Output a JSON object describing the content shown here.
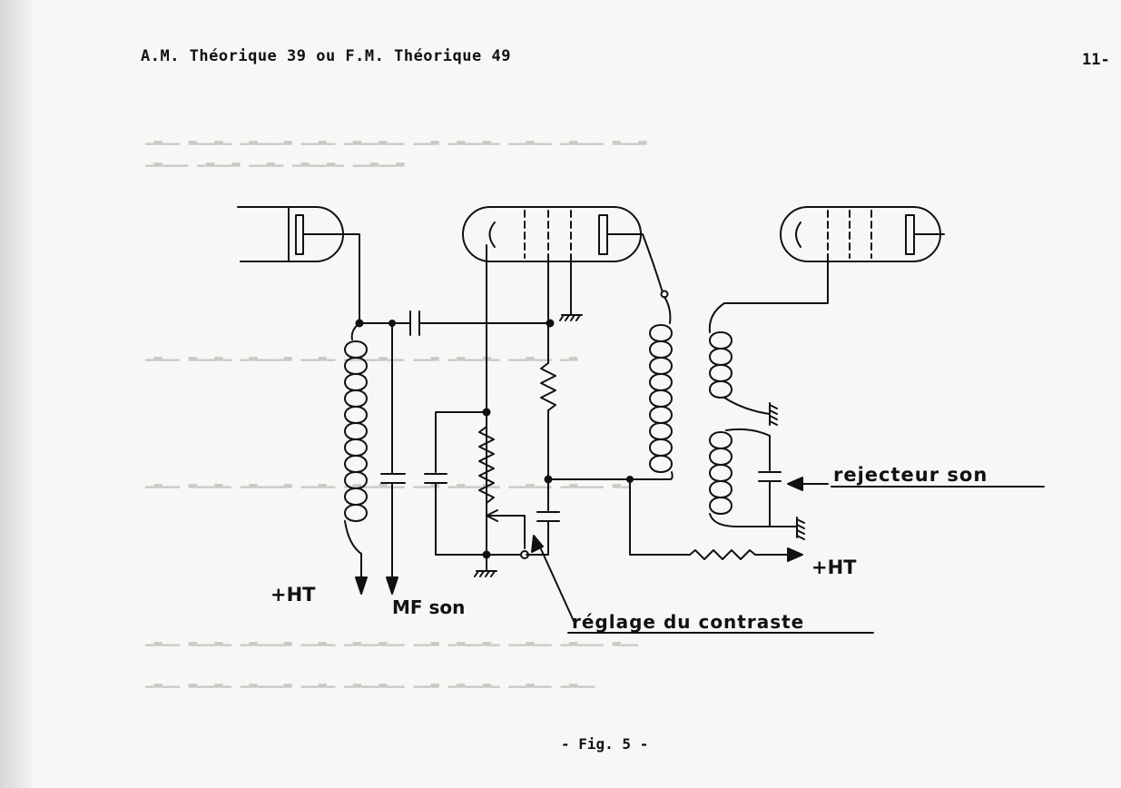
{
  "header": {
    "title": "A.M. Théorique 39  ou  F.M. Théorique 49",
    "page_number": "11-"
  },
  "figure": {
    "labels": {
      "ht_left": "+HT",
      "mf_son": "MF son",
      "ht_right": "+HT",
      "rejecteur": "rejecteur son",
      "reglage": "réglage du contraste"
    },
    "caption": "- Fig. 5 -"
  }
}
